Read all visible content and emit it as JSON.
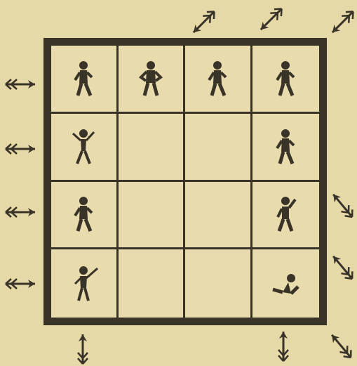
{
  "board": {
    "rows": 4,
    "cols": 4,
    "frame_color": "#3a3328",
    "paper_color": "#e8dcae",
    "pieces": [
      {
        "row": 0,
        "col": 0,
        "icon": "figure-walking-icon",
        "pose": "walk"
      },
      {
        "row": 0,
        "col": 1,
        "icon": "figure-standing-icon",
        "pose": "hands-hips"
      },
      {
        "row": 0,
        "col": 2,
        "icon": "figure-walking-icon",
        "pose": "walk-right"
      },
      {
        "row": 0,
        "col": 3,
        "icon": "figure-standing-icon",
        "pose": "stand"
      },
      {
        "row": 1,
        "col": 0,
        "icon": "figure-arms-up-icon",
        "pose": "arms-up"
      },
      {
        "row": 1,
        "col": 3,
        "icon": "figure-walking-icon",
        "pose": "walk-left"
      },
      {
        "row": 2,
        "col": 0,
        "icon": "figure-standing-icon",
        "pose": "stand-left"
      },
      {
        "row": 2,
        "col": 3,
        "icon": "figure-arms-up-icon",
        "pose": "arm-raised"
      },
      {
        "row": 3,
        "col": 0,
        "icon": "figure-sword-icon",
        "pose": "sword"
      },
      {
        "row": 3,
        "col": 3,
        "icon": "figure-sitting-icon",
        "pose": "sitting"
      }
    ]
  },
  "arrows": {
    "icon": "arrow-icon",
    "left_side_count": 4,
    "top_side_count": 3,
    "right_side_count": 3,
    "bottom_side_count": 2
  }
}
